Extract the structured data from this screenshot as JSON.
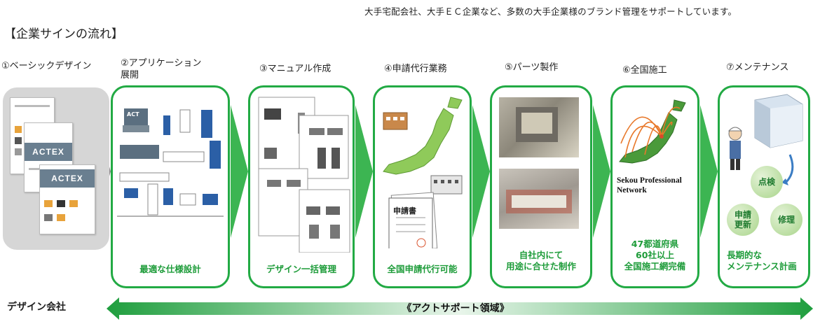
{
  "header": {
    "tagline": "大手宅配会社、大手ＥＣ企業など、多数の大手企業様のブランド管理をサポートしています。",
    "title": "【企業サインの流れ】"
  },
  "steps": [
    {
      "label": "①ベーシックデザイン",
      "caption": "",
      "image_text": "ACTEX"
    },
    {
      "label": "②アプリケーション\n展開",
      "caption": "最適な仕様設計",
      "image_text": "ACT"
    },
    {
      "label": "③マニュアル作成",
      "caption": "デザイン一括管理"
    },
    {
      "label": "④申請代行業務",
      "caption": "全国申請代行可能",
      "image_text": "申請書"
    },
    {
      "label": "⑤パーツ製作",
      "caption": "自社内にて\n用途に合せた制作"
    },
    {
      "label": "⑥全国施工",
      "caption": "47都道府県\n60社以上\n全国施工網完備",
      "image_text": "Sekou Professional\nNetwork"
    },
    {
      "label": "⑦メンテナンス",
      "caption": "長期的な\nメンテナンス計画",
      "cycle": [
        "点検",
        "申請\n更新",
        "修理"
      ]
    }
  ],
  "footer": {
    "left_label": "デザイン会社",
    "domain_label": "《アクトサポート領域》"
  },
  "colors": {
    "green": "#22aa44",
    "caption_green": "#1e9c3a",
    "gray_panel": "#d6d6d6",
    "arrow_gray": "#8a8a8a"
  }
}
